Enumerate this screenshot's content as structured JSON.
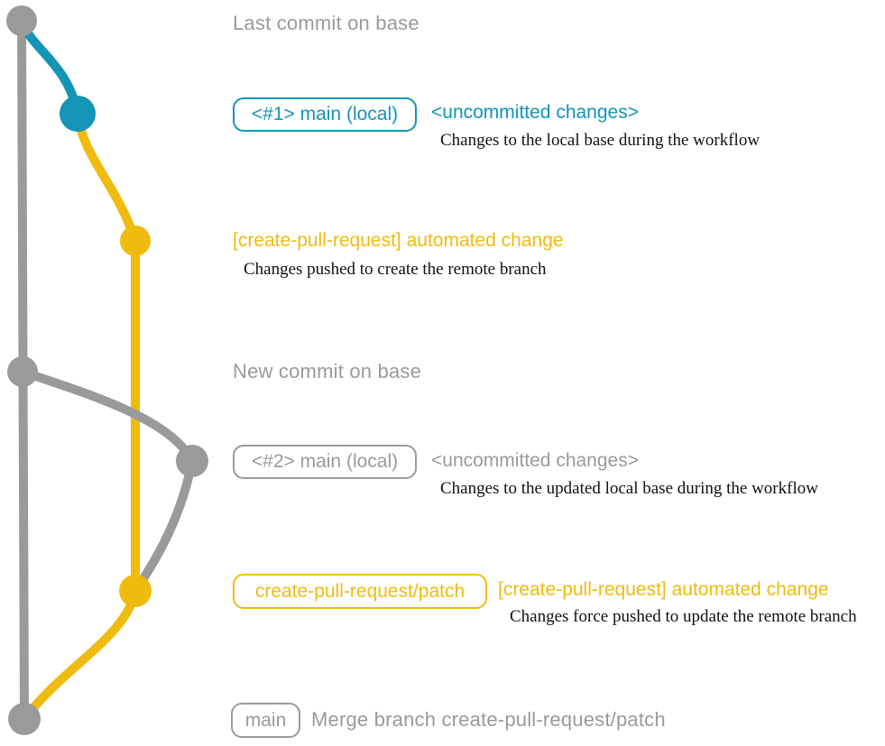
{
  "colors": {
    "gray": "#9a9a9a",
    "blue": "#1494b6",
    "yellow": "#efbb0f",
    "note_text": "#111111"
  },
  "graph": {
    "type": "git-graph",
    "branches": [
      {
        "name": "base (main)",
        "color_key": "gray"
      },
      {
        "name": "main (local)",
        "color_key": "blue"
      },
      {
        "name": "create-pull-request/patch",
        "color_key": "yellow"
      }
    ],
    "nodes": [
      {
        "id": "last-commit-base",
        "color_key": "gray",
        "label": "Last commit on base"
      },
      {
        "id": "local-main-1",
        "color_key": "blue",
        "label": "<#1> main (local)"
      },
      {
        "id": "remote-branch-1",
        "color_key": "yellow",
        "label": "[create-pull-request] automated change"
      },
      {
        "id": "new-commit-base",
        "color_key": "gray",
        "label": "New commit on base"
      },
      {
        "id": "local-main-2",
        "color_key": "gray",
        "label": "<#2> main (local)"
      },
      {
        "id": "remote-branch-2",
        "color_key": "yellow",
        "label": "create-pull-request/patch"
      },
      {
        "id": "merge-commit",
        "color_key": "gray",
        "label": "Merge branch create-pull-request/patch"
      }
    ]
  },
  "annotations": {
    "row1": {
      "label": "Last commit on base"
    },
    "row2": {
      "badge": "<#1> main (local)",
      "title": "<uncommitted changes>",
      "desc": "Changes to the local base during the workflow"
    },
    "row3": {
      "title": "[create-pull-request] automated change",
      "desc": "Changes pushed to create the remote branch"
    },
    "row4": {
      "label": "New commit on base"
    },
    "row5": {
      "badge": "<#2> main (local)",
      "title": "<uncommitted changes>",
      "desc": "Changes to the updated local base during the workflow"
    },
    "row6": {
      "badge": "create-pull-request/patch",
      "title": "[create-pull-request] automated change",
      "desc": "Changes force pushed to update the remote branch"
    },
    "row7": {
      "badge": "main",
      "label": "Merge branch create-pull-request/patch"
    }
  }
}
